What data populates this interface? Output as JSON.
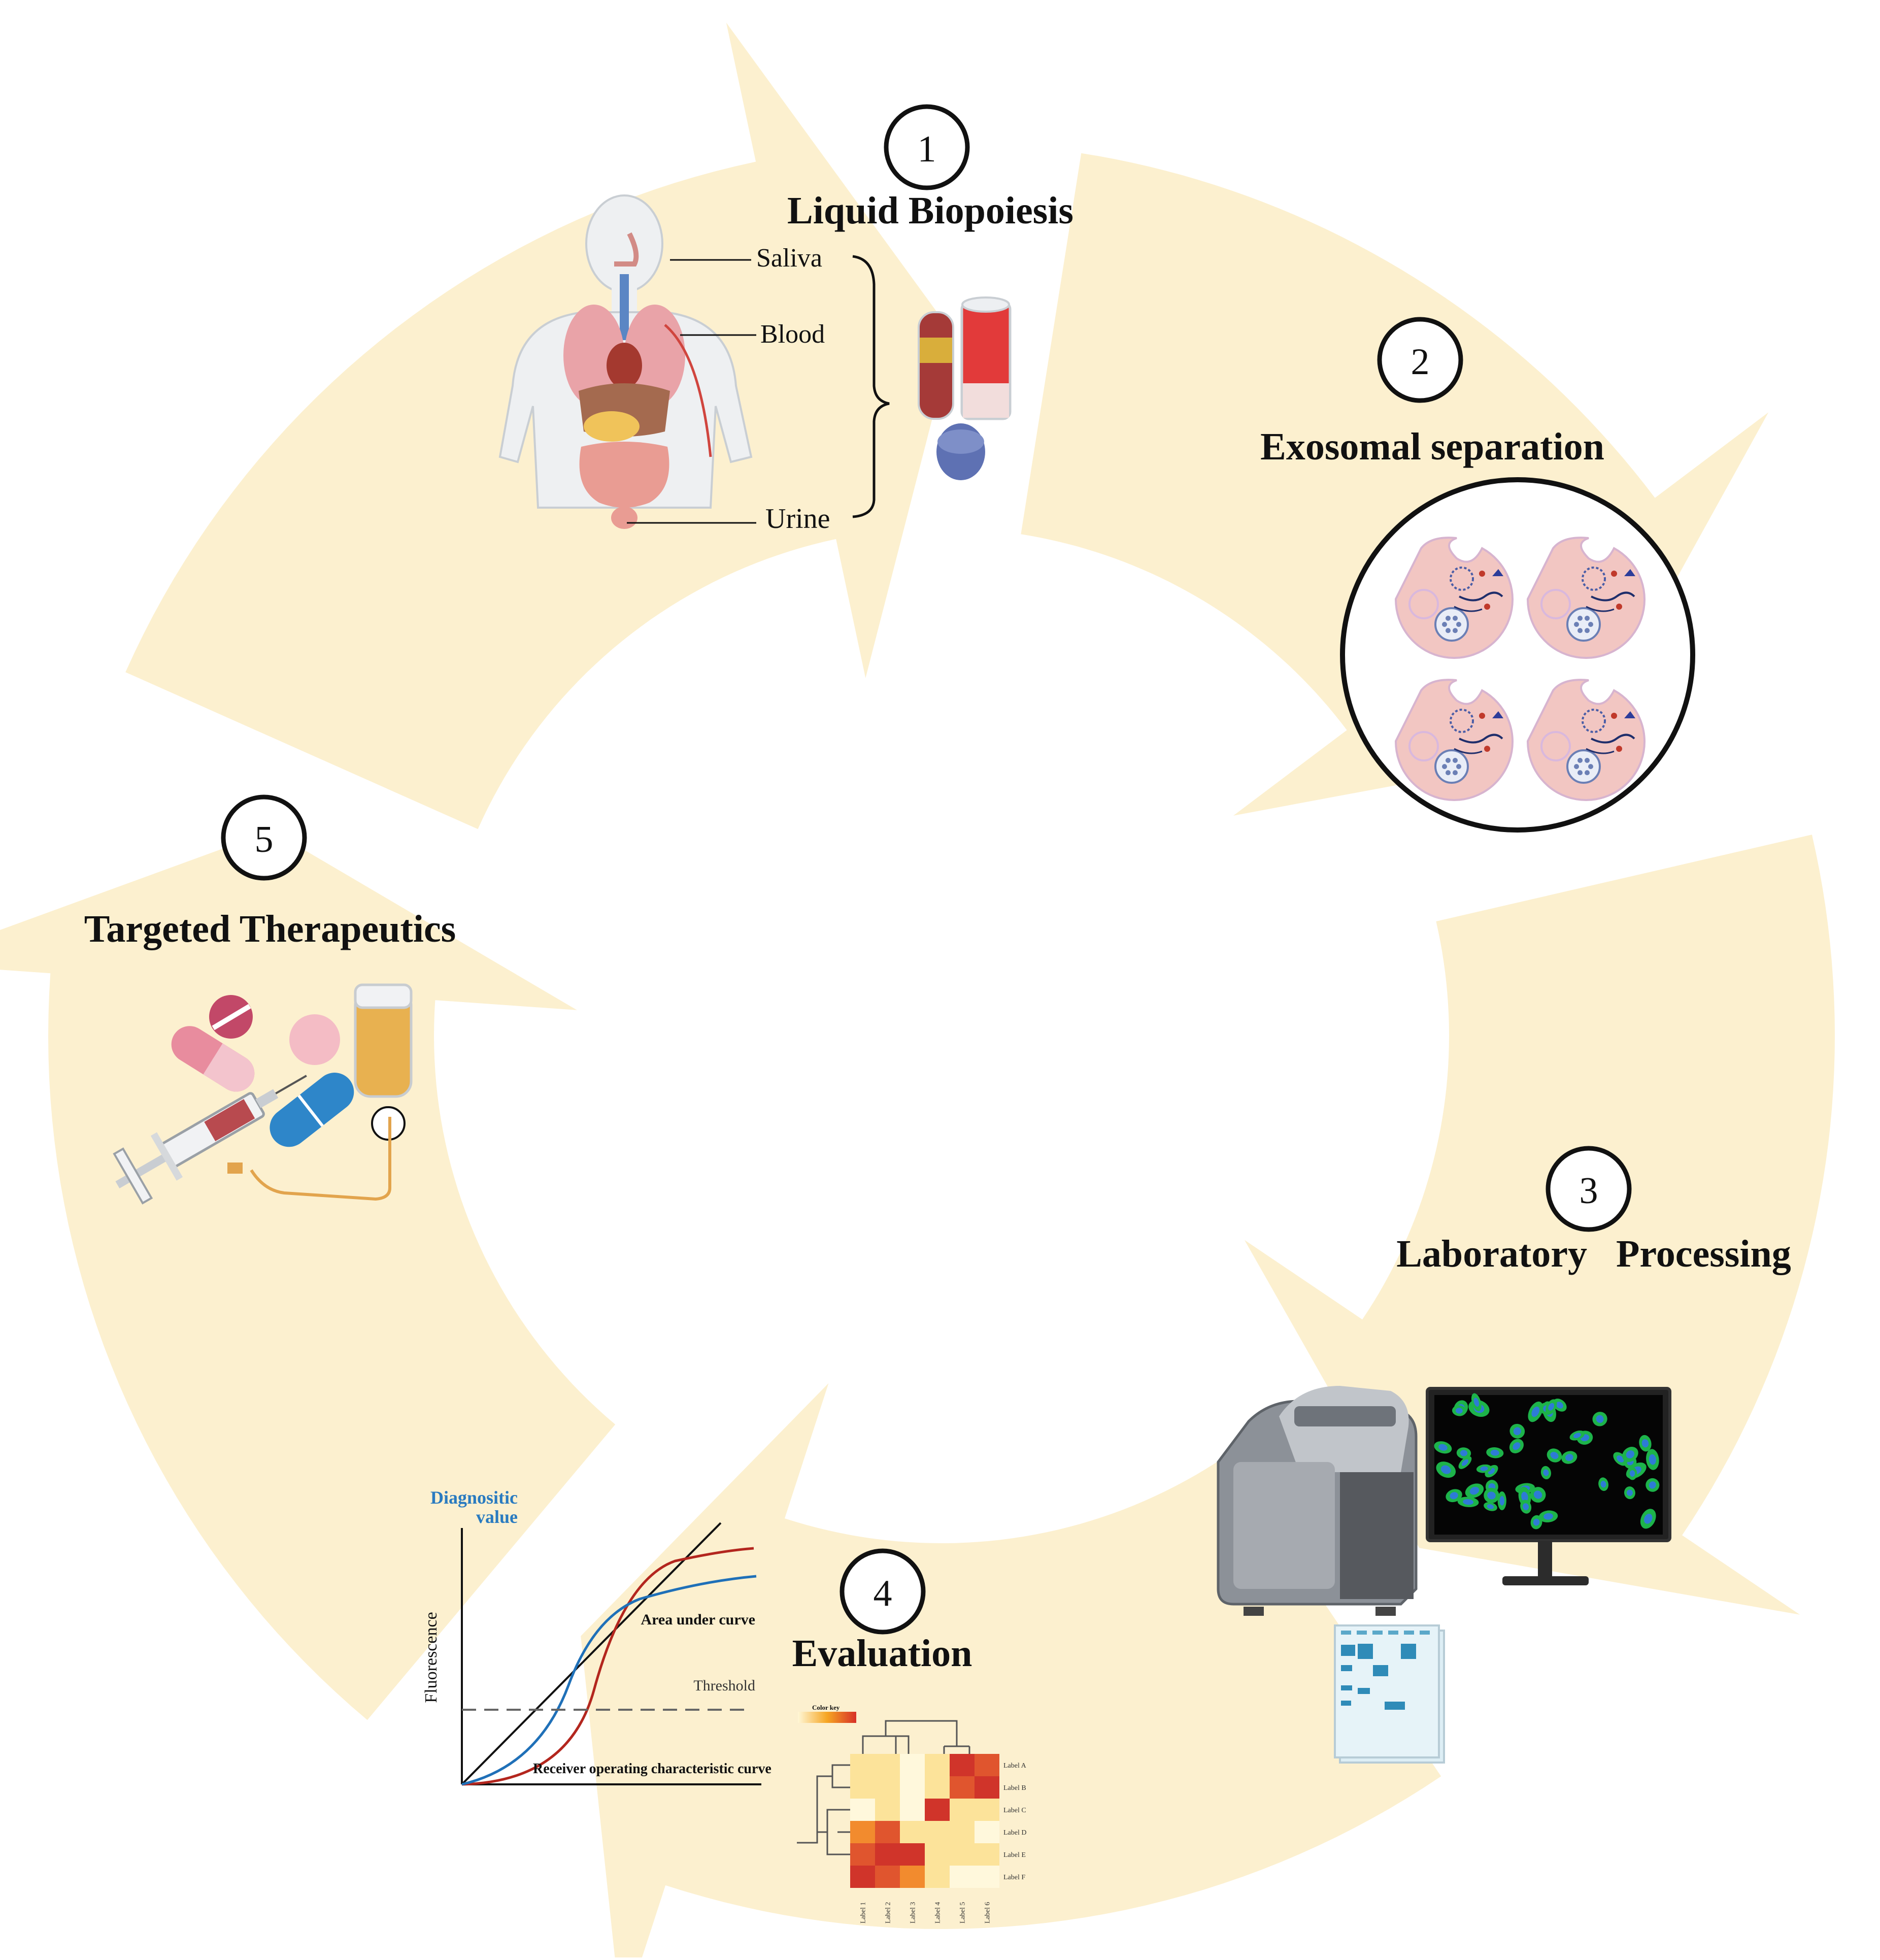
{
  "colors": {
    "arrow_fill": "#FCF0CF",
    "ink": "#111111",
    "cell": "#F2C6C2",
    "accent_blue": "#1F70B8",
    "accent_red": "#B3261E"
  },
  "steps": [
    {
      "number": "1",
      "title": "Liquid Biopoiesis",
      "icon": "liquid-biopsy-icon"
    },
    {
      "number": "2",
      "title": "Exosomal separation",
      "icon": "exosome-icon"
    },
    {
      "number": "3",
      "title": "Laboratory   Processing",
      "icon": "lab-equipment-icon"
    },
    {
      "number": "4",
      "title": "Evaluation",
      "icon": "evaluation-chart-icon"
    },
    {
      "number": "5",
      "title": "Targeted Therapeutics",
      "icon": "drug-icon"
    }
  ],
  "body_labels": [
    "Saliva",
    "Blood",
    "Urine"
  ],
  "roc_chart": {
    "y_title_line1": "Diagnositic",
    "y_title_line2": "value",
    "y_axis_label": "Fluorescence",
    "area_label": "Area under curve",
    "threshold_label": "Threshold",
    "roc_label": "Receiver operating characteristic curve"
  },
  "heatmap": {
    "color_key": "Color key",
    "row_labels": [
      "Label A",
      "Label B",
      "Label C",
      "Label D",
      "Label E",
      "Label F"
    ],
    "col_labels": [
      "Label 1",
      "Label 2",
      "Label 3",
      "Label 4",
      "Label 5",
      "Label 6"
    ]
  }
}
